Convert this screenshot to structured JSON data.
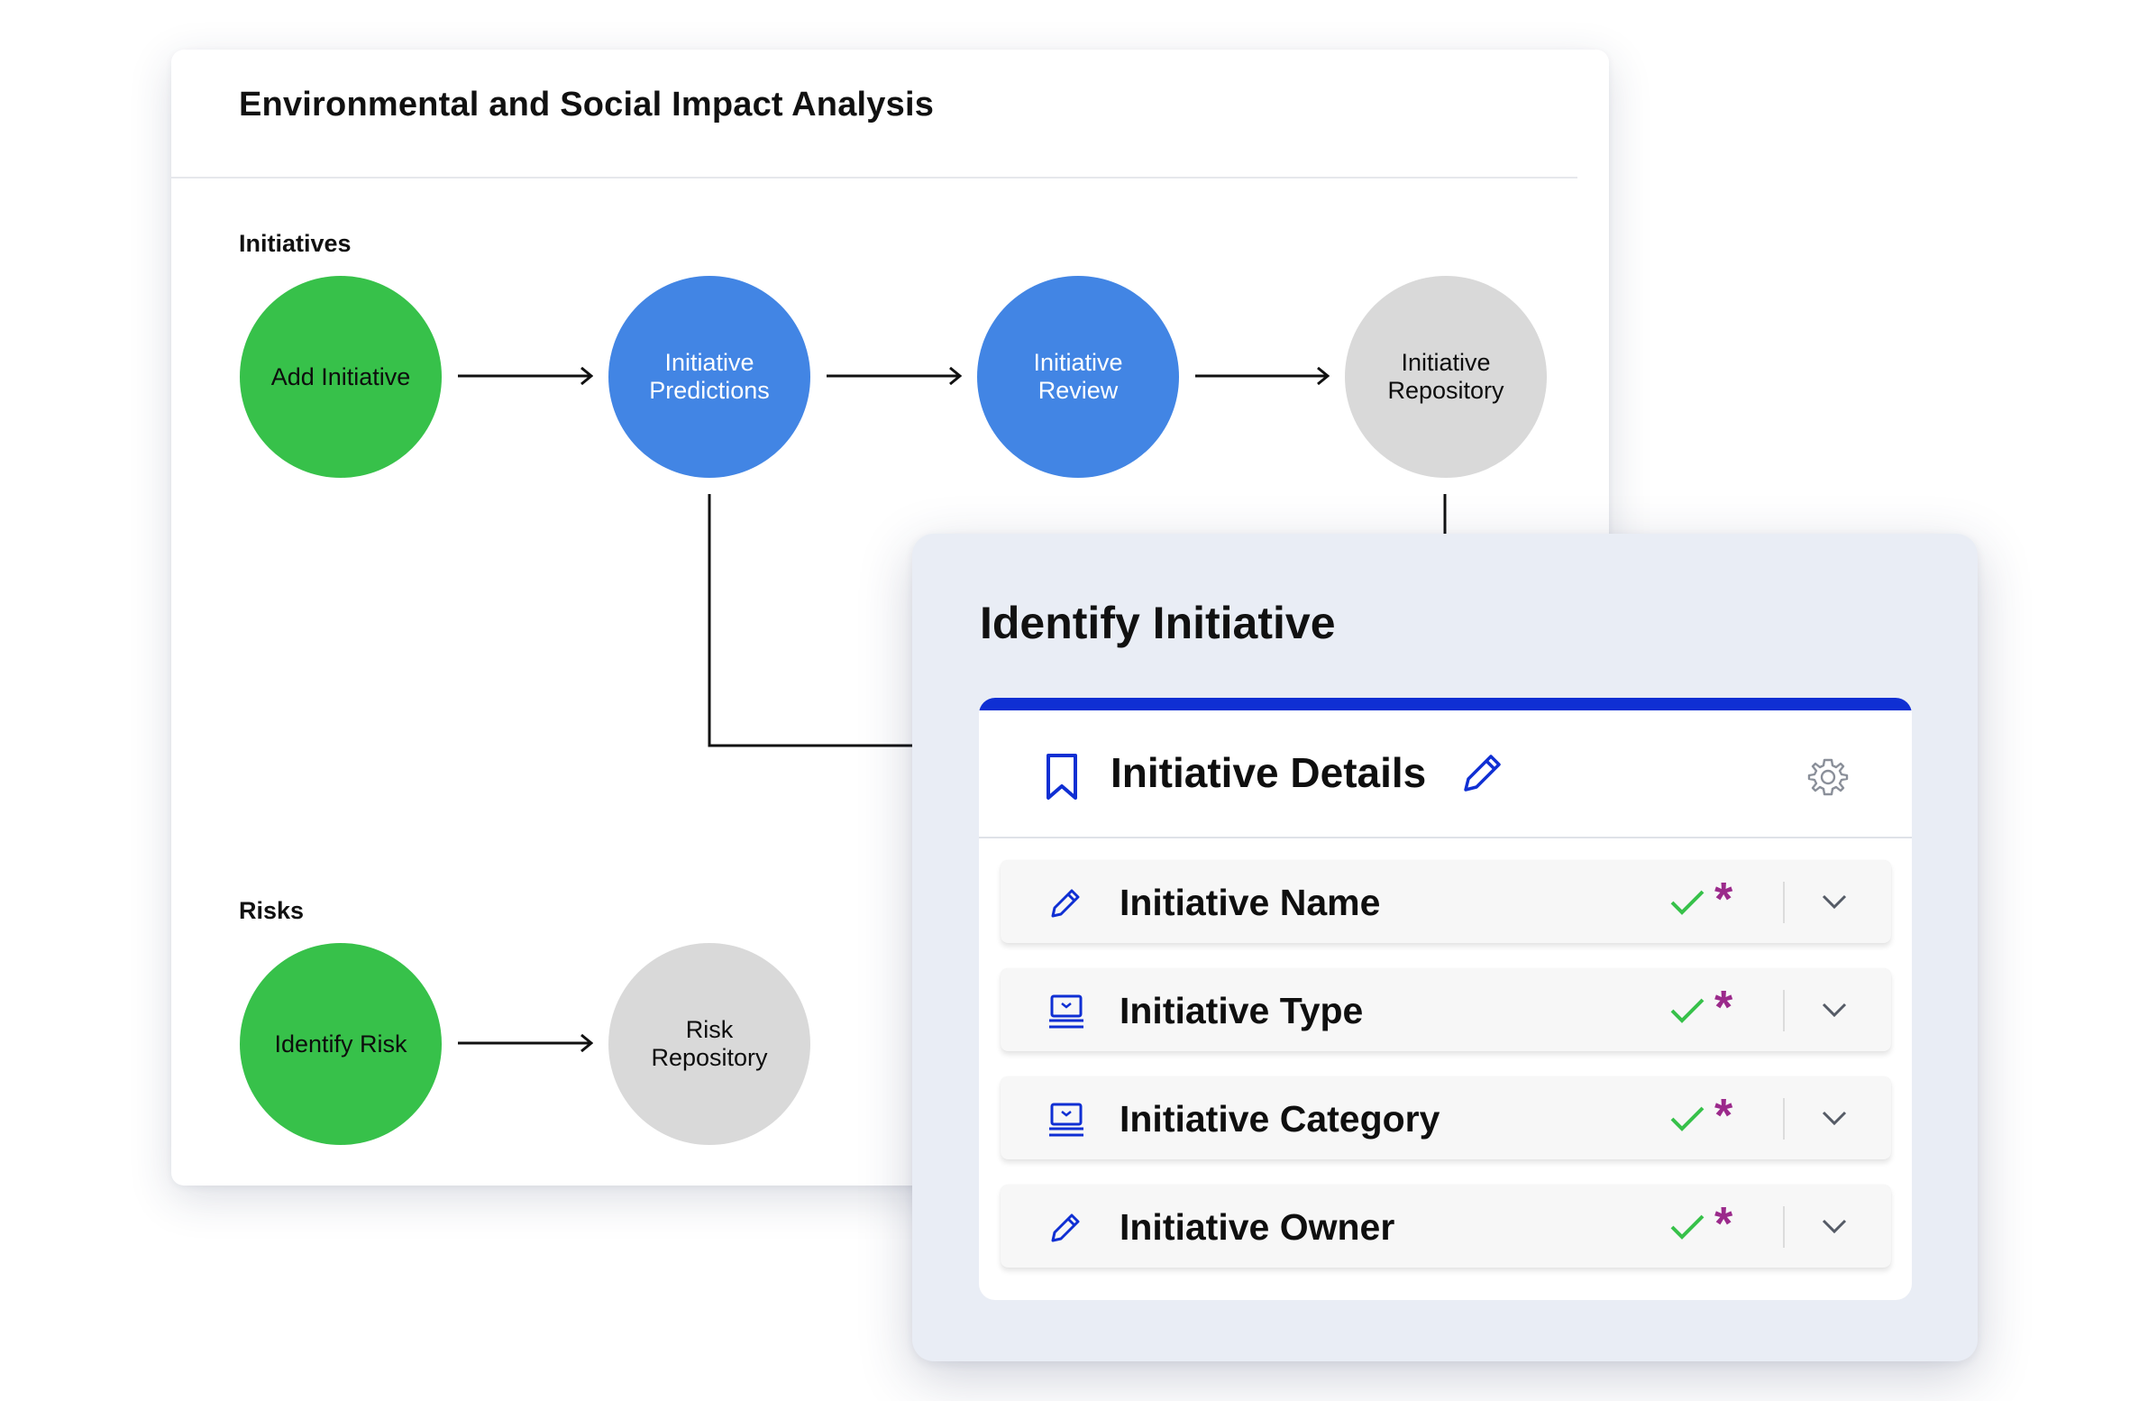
{
  "flow": {
    "title": "Environmental and Social Impact Analysis",
    "initiatives_label": "Initiatives",
    "risks_label": "Risks",
    "nodes": {
      "add_initiative": "Add Initiative",
      "initiative_predictions": "Initiative Predictions",
      "initiative_review": "Initiative Review",
      "initiative_repository": "Initiative Repository",
      "identify_risk": "Identify Risk",
      "risk_repository": "Risk Repository"
    },
    "colors": {
      "done": "#37c14a",
      "active": "#4285e4",
      "pending": "#d9d9d9"
    }
  },
  "form": {
    "title": "Identify Initiative",
    "section_title": "Initiative Details",
    "section_icon": "bookmark-icon",
    "edit_icon": "pencil-icon",
    "settings_icon": "gear-icon",
    "accent_color": "#0f2fd3",
    "fields": [
      {
        "label": "Initiative Name",
        "icon": "pencil-icon",
        "status_icon": "check-icon",
        "required_mark": "*"
      },
      {
        "label": "Initiative Type",
        "icon": "monitor-list-icon",
        "status_icon": "check-icon",
        "required_mark": "*"
      },
      {
        "label": "Initiative Category",
        "icon": "monitor-list-icon",
        "status_icon": "check-icon",
        "required_mark": "*"
      },
      {
        "label": "Initiative Owner",
        "icon": "pencil-icon",
        "status_icon": "check-icon",
        "required_mark": "*"
      }
    ]
  }
}
